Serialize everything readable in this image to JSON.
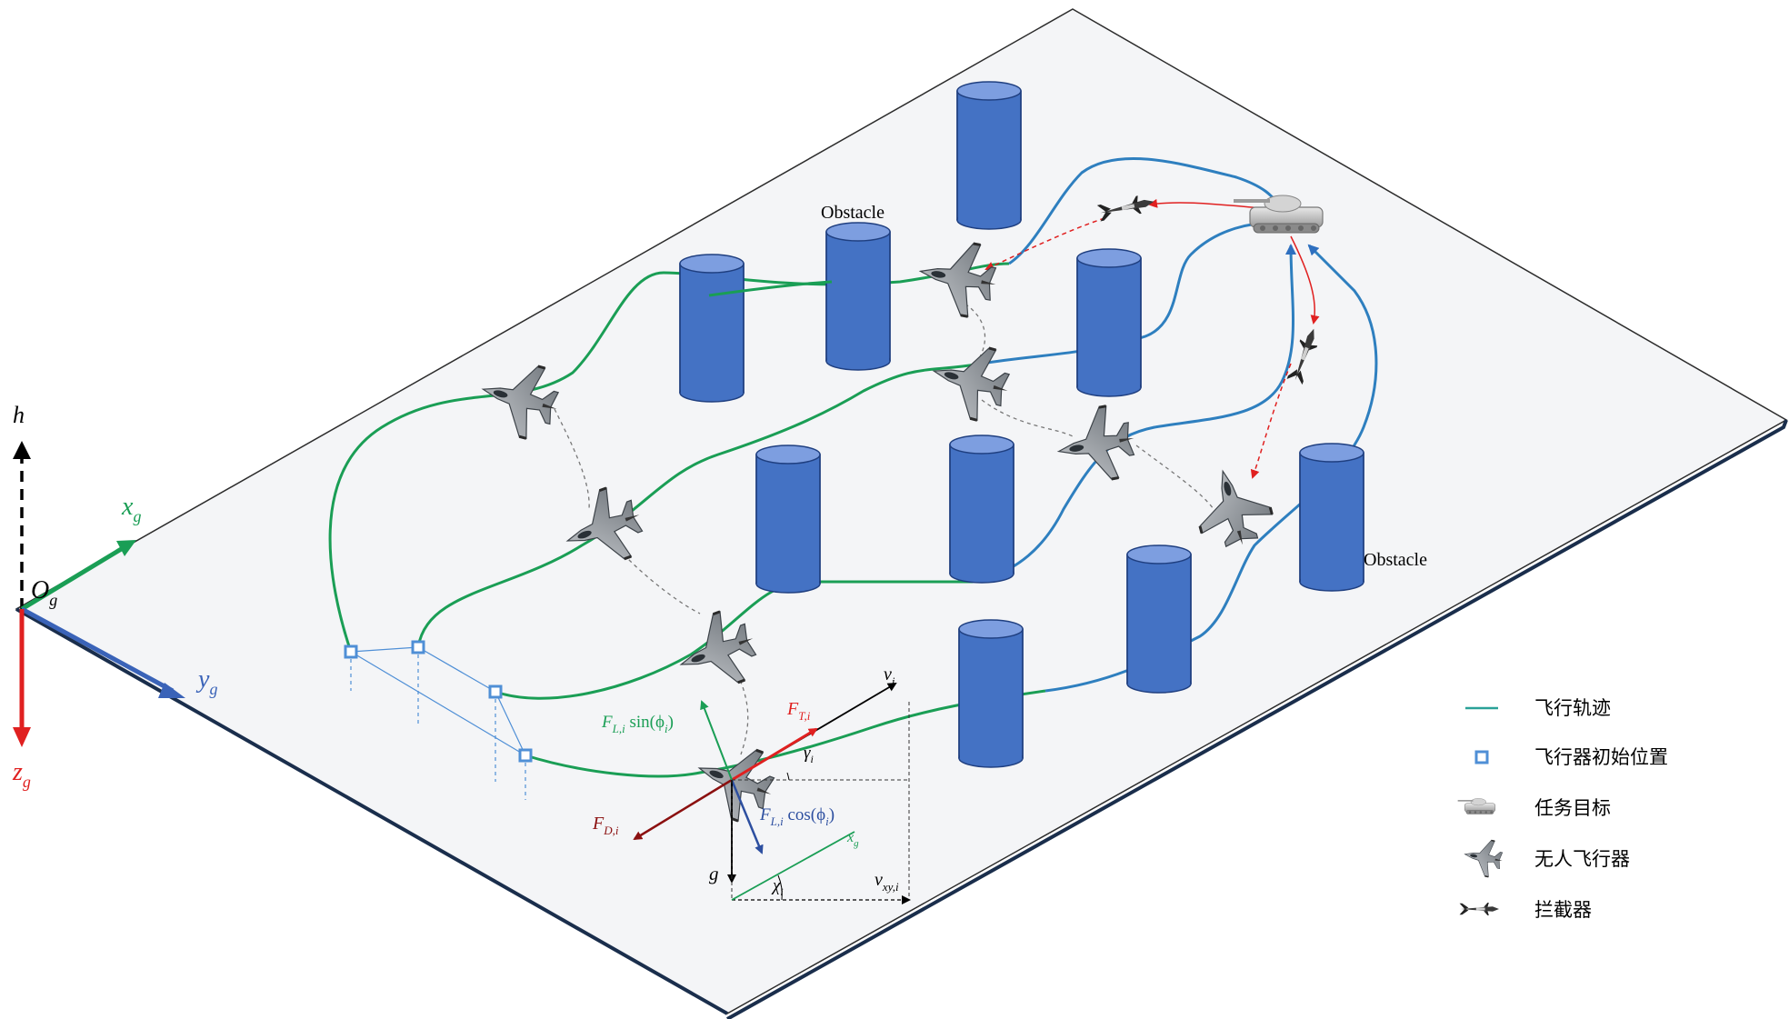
{
  "obstacle_labels": [
    "Obstacle",
    "Obstacle"
  ],
  "axes": {
    "h": "h",
    "origin_main": "O",
    "origin_sub": "g",
    "x_main": "x",
    "x_sub": "g",
    "y_main": "y",
    "y_sub": "g",
    "z_main": "z",
    "z_sub": "g"
  },
  "forces": {
    "v": "v",
    "v_sub": "i",
    "ft": "F",
    "ft_sub": "T,i",
    "fl_sin_f": "F",
    "fl_sin_sub": "L,i",
    "fl_sin_rest": " sin(ϕ",
    "fl_sin_i": "i",
    "fl_sin_close": ")",
    "fl_cos_f": "F",
    "fl_cos_sub": "L,i",
    "fl_cos_rest": " cos(ϕ",
    "fl_cos_i": "i",
    "fl_cos_close": ")",
    "fd": "F",
    "fd_sub": "D,i",
    "gamma": "γ",
    "gamma_sub": "i",
    "chi": "χ",
    "chi_sub": "i",
    "g": "g",
    "vxy": "v",
    "vxy_sub": "xy,i",
    "xg_small": "x",
    "xg_small_sub": "g"
  },
  "legend": {
    "trajectory": "飞行轨迹",
    "initial_position": "飞行器初始位置",
    "mission_target": "任务目标",
    "uav": "无人飞行器",
    "interceptor": "拦截器"
  },
  "colors": {
    "plane_edge": "#1a2e4c",
    "obstacle": "#4472c4",
    "green_traj": "#1a9e55",
    "blue_traj": "#2e7fbf",
    "red": "#e02020",
    "legend_line": "#2aa198",
    "marker": "#4f8fd6"
  },
  "icons": [
    "uav-icon",
    "tank-icon",
    "interceptor-icon"
  ]
}
